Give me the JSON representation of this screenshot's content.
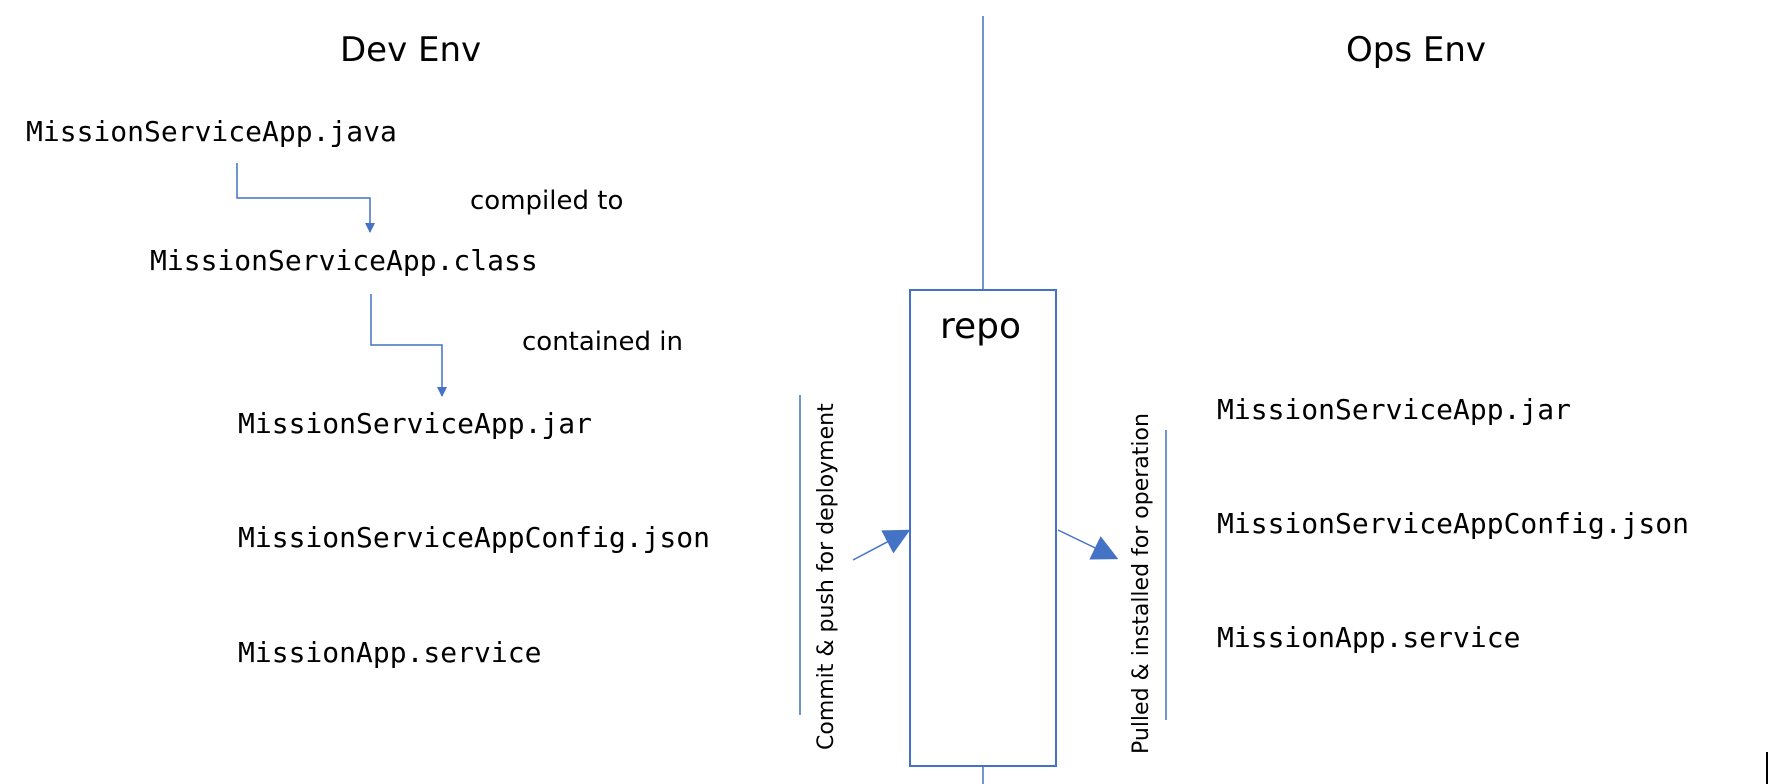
{
  "dev_env": {
    "title": "Dev Env",
    "source_file": "MissionServiceApp.java",
    "compiled_label": "compiled to",
    "class_file": "MissionServiceApp.class",
    "contained_label": "contained in",
    "artifacts": [
      "MissionServiceApp.jar",
      "MissionServiceAppConfig.json",
      "MissionApp.service"
    ]
  },
  "ops_env": {
    "title": "Ops Env",
    "artifacts": [
      "MissionServiceApp.jar",
      "MissionServiceAppConfig.json",
      "MissionApp.service"
    ]
  },
  "repo": {
    "label": "repo"
  },
  "flows": {
    "commit_label": "Commit & push for deployment",
    "pull_label": "Pulled & installed for operation"
  },
  "colors": {
    "line": "#4472c4",
    "text": "#000000",
    "background": "#ffffff"
  }
}
